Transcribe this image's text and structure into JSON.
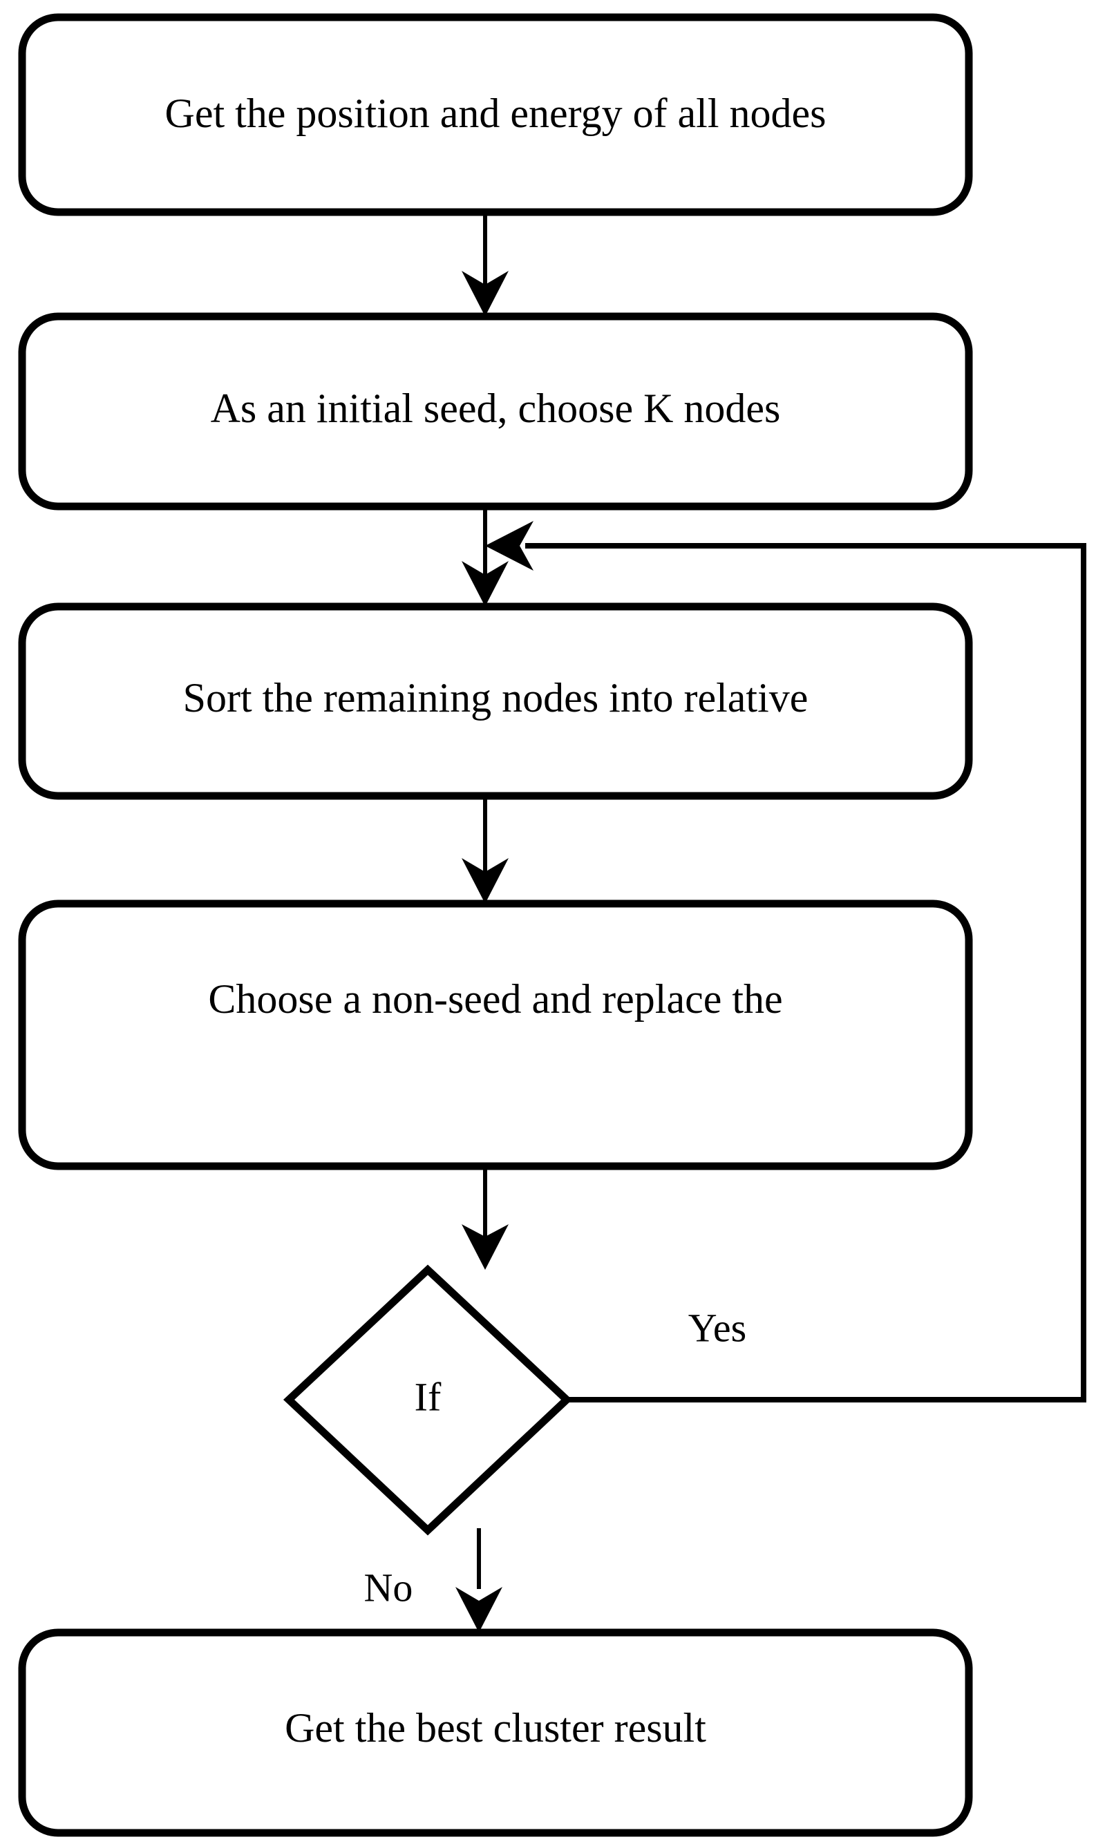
{
  "diagram": {
    "type": "flowchart",
    "title": "",
    "background_color": "#ffffff",
    "line_color": "#000000",
    "fill_color": "#ffffff",
    "nodes": [
      {
        "id": "n1",
        "shape": "rounded-rectangle",
        "label": "Get the position and energy of all nodes"
      },
      {
        "id": "n2",
        "shape": "rounded-rectangle",
        "label": "As an initial seed, choose K nodes"
      },
      {
        "id": "n3",
        "shape": "rounded-rectangle",
        "label": "Sort the remaining nodes into relative"
      },
      {
        "id": "n4",
        "shape": "rounded-rectangle",
        "label": "Choose a non-seed and replace the"
      },
      {
        "id": "n5",
        "shape": "diamond",
        "label": "If"
      },
      {
        "id": "n6",
        "shape": "rounded-rectangle",
        "label": "Get the best cluster result"
      }
    ],
    "edges": [
      {
        "from": "n1",
        "to": "n2",
        "label": ""
      },
      {
        "from": "n2",
        "to": "n3",
        "label": ""
      },
      {
        "from": "n3",
        "to": "n4",
        "label": ""
      },
      {
        "from": "n4",
        "to": "n5",
        "label": ""
      },
      {
        "from": "n5",
        "to": "n3",
        "label": "Yes"
      },
      {
        "from": "n5",
        "to": "n6",
        "label": "No"
      }
    ],
    "edge_labels": {
      "yes": "Yes",
      "no": "No"
    }
  }
}
